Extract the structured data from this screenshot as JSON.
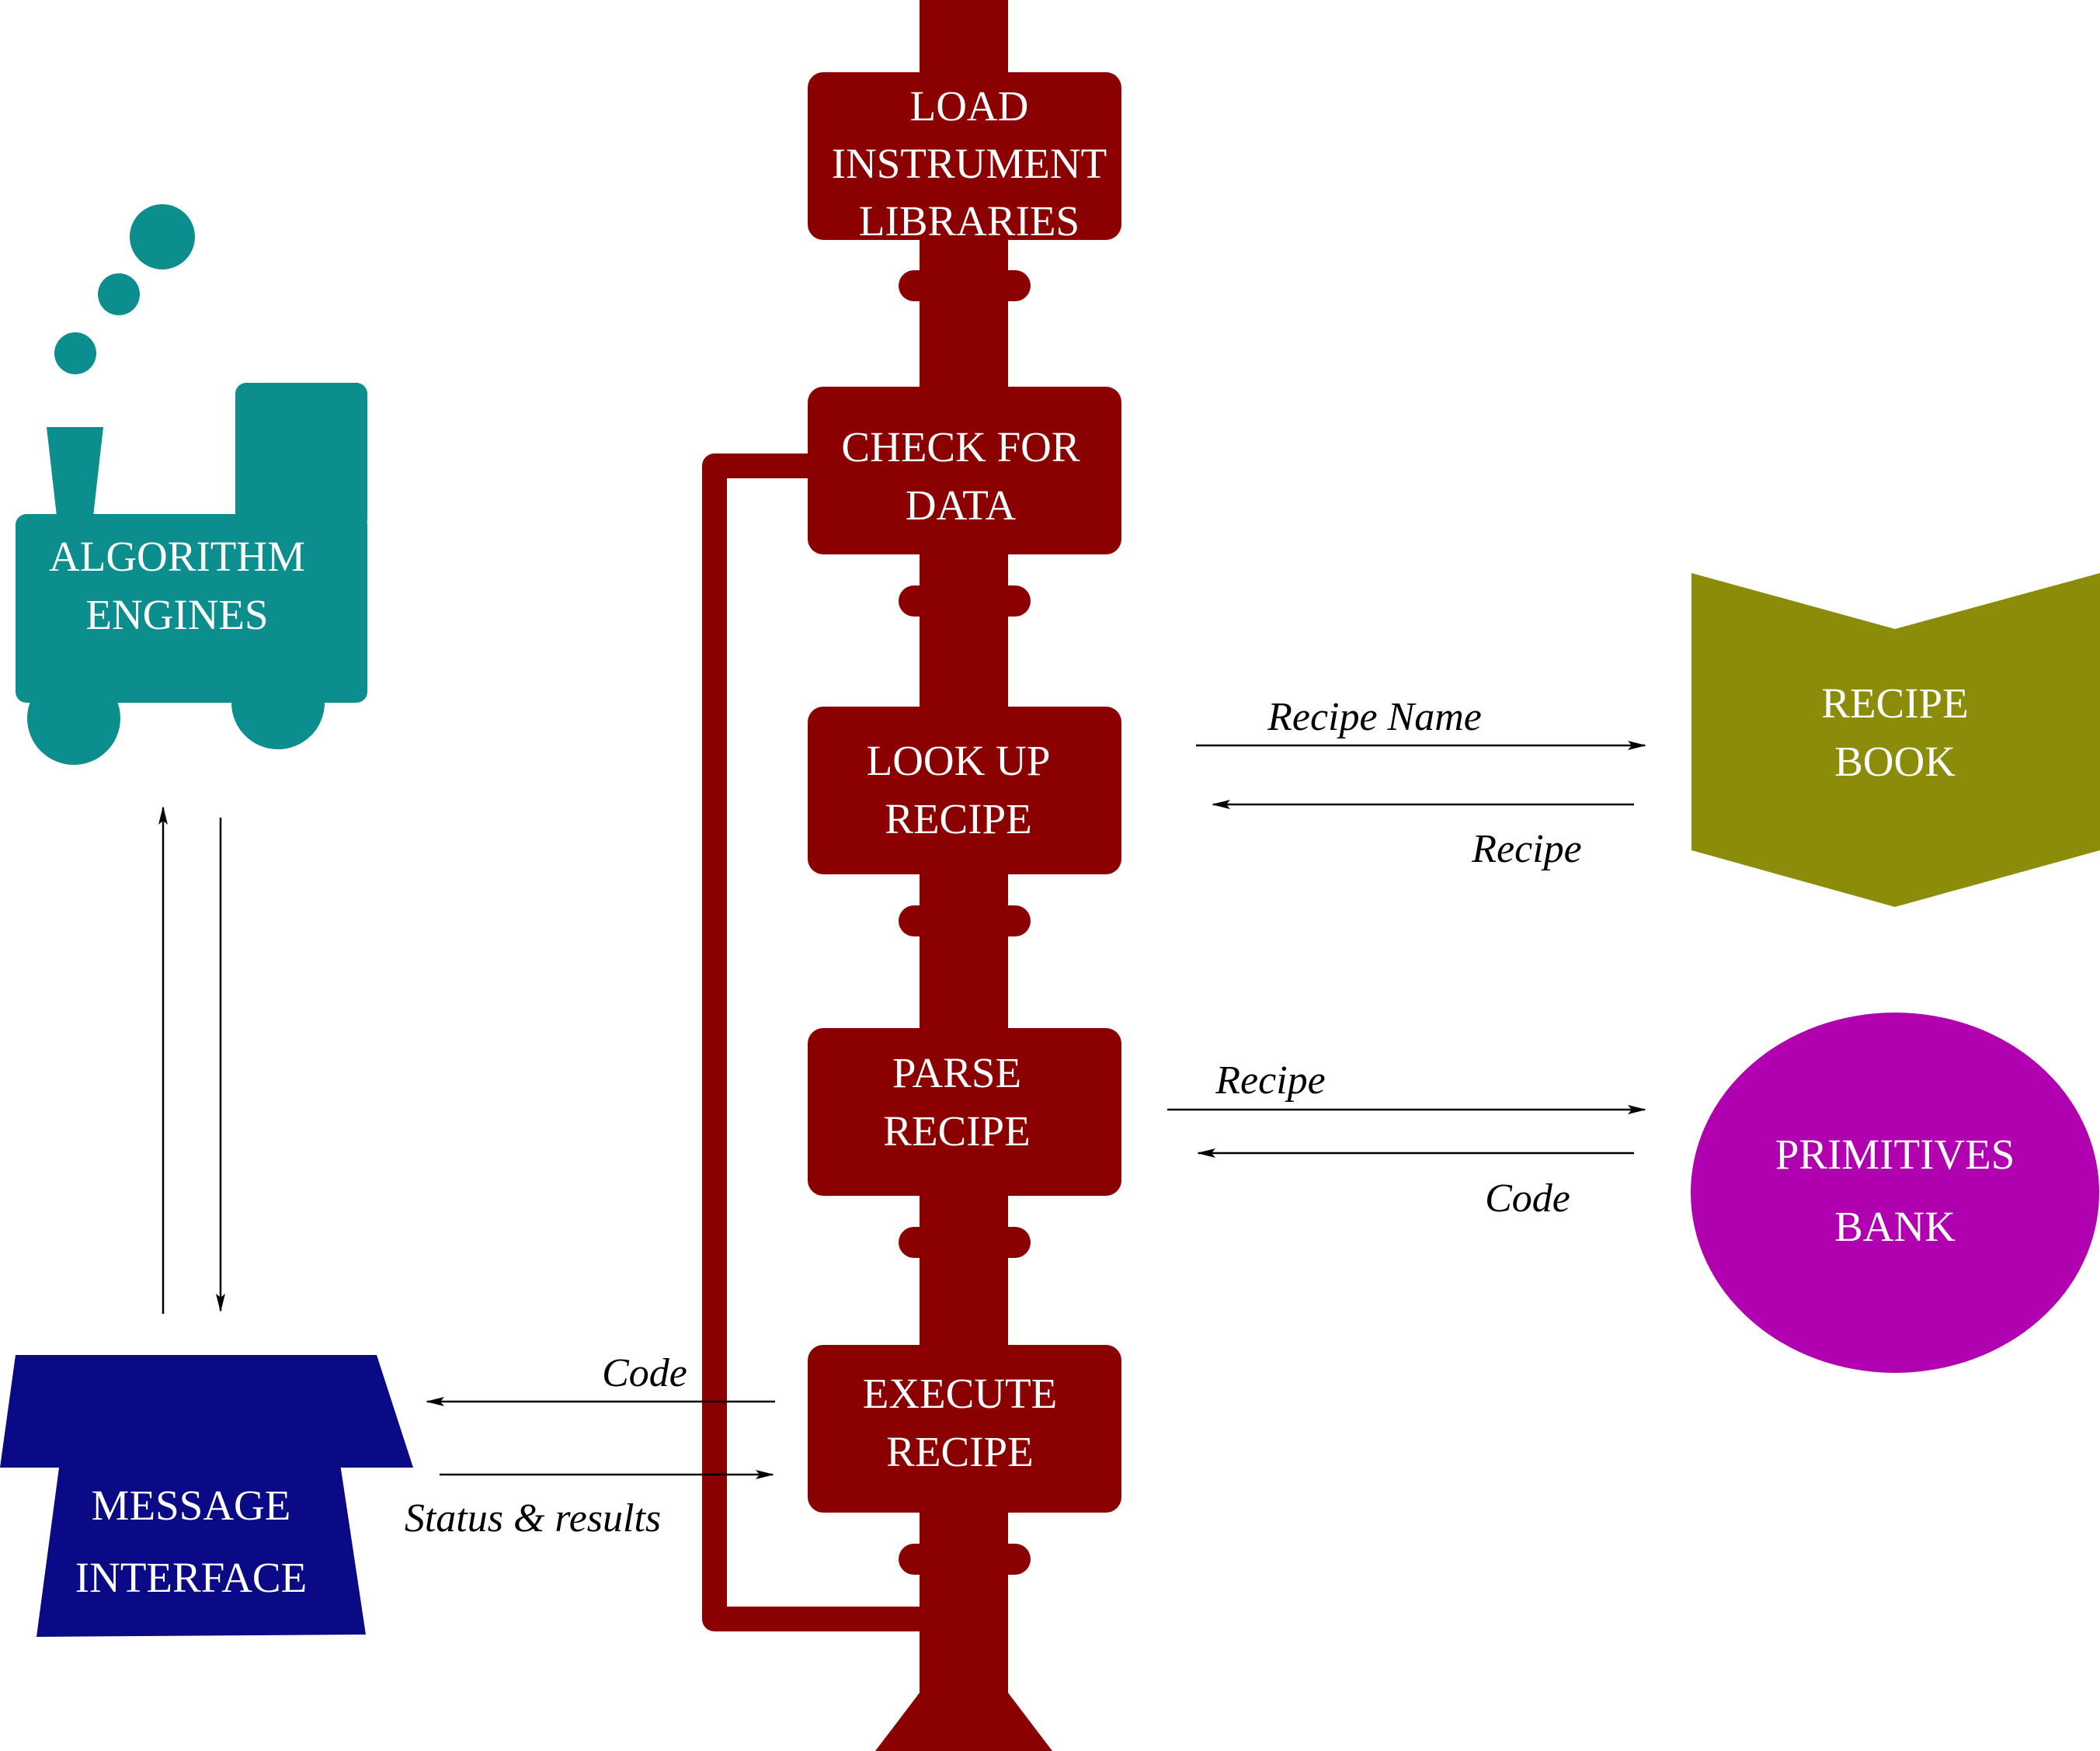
{
  "colors": {
    "pipeline": "#8b0000",
    "engines": "#0c8e8e",
    "message_interface": "#0a0a86",
    "recipe_book": "#8a8c0a",
    "primitives_bank": "#b000b0",
    "arrow": "#000000"
  },
  "icons": {
    "engines": "steam-locomotive-icon",
    "message_interface": "telephone-icon",
    "recipe_book": "open-book-icon",
    "primitives_bank": "ellipse-icon",
    "pipeline": "pipe-funnel-icon"
  },
  "pipeline": {
    "steps": [
      {
        "line1": "LOAD",
        "line2": "INSTRUMENT",
        "line3": "LIBRARIES"
      },
      {
        "line1": "CHECK FOR",
        "line2": "DATA"
      },
      {
        "line1": "LOOK UP",
        "line2": "RECIPE"
      },
      {
        "line1": "PARSE",
        "line2": "RECIPE"
      },
      {
        "line1": "EXECUTE",
        "line2": "RECIPE"
      }
    ]
  },
  "engines": {
    "line1": "ALGORITHM",
    "line2": "ENGINES"
  },
  "message_interface": {
    "line1": "MESSAGE",
    "line2": "INTERFACE"
  },
  "recipe_book": {
    "line1": "RECIPE",
    "line2": "BOOK"
  },
  "primitives_bank": {
    "line1": "PRIMITIVES",
    "line2": "BANK"
  },
  "arrows": {
    "lookup_out": "Recipe Name",
    "lookup_in": "Recipe",
    "parse_out": "Recipe",
    "parse_in": "Code",
    "execute_to_interface": "Code",
    "interface_to_execute": "Status & results"
  }
}
